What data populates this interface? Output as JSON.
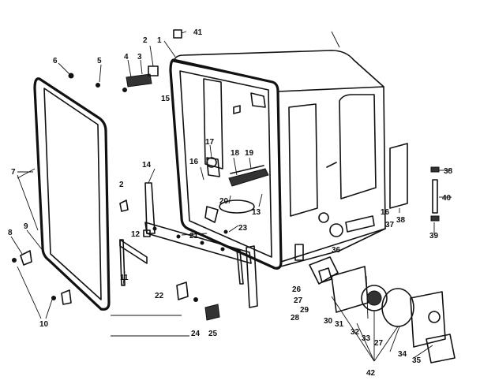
{
  "callouts": [
    {
      "id": "1",
      "text": "1"
    },
    {
      "id": "2a",
      "text": "2"
    },
    {
      "id": "2b",
      "text": "2"
    },
    {
      "id": "3",
      "text": "3"
    },
    {
      "id": "4",
      "text": "4"
    },
    {
      "id": "5",
      "text": "5"
    },
    {
      "id": "6",
      "text": "6"
    },
    {
      "id": "7",
      "text": "7"
    },
    {
      "id": "8",
      "text": "8"
    },
    {
      "id": "9",
      "text": "9"
    },
    {
      "id": "10",
      "text": "10"
    },
    {
      "id": "11",
      "text": "11"
    },
    {
      "id": "12",
      "text": "12"
    },
    {
      "id": "13",
      "text": "13"
    },
    {
      "id": "14",
      "text": "14"
    },
    {
      "id": "15",
      "text": "15"
    },
    {
      "id": "16a",
      "text": "16"
    },
    {
      "id": "16b",
      "text": "16"
    },
    {
      "id": "17",
      "text": "17"
    },
    {
      "id": "18",
      "text": "18"
    },
    {
      "id": "19",
      "text": "19"
    },
    {
      "id": "20",
      "text": "20"
    },
    {
      "id": "21",
      "text": "21"
    },
    {
      "id": "22",
      "text": "22"
    },
    {
      "id": "23",
      "text": "23"
    },
    {
      "id": "24",
      "text": "24"
    },
    {
      "id": "25",
      "text": "25"
    },
    {
      "id": "26",
      "text": "26"
    },
    {
      "id": "27a",
      "text": "27"
    },
    {
      "id": "27b",
      "text": "27"
    },
    {
      "id": "28",
      "text": "28"
    },
    {
      "id": "29",
      "text": "29"
    },
    {
      "id": "30",
      "text": "30"
    },
    {
      "id": "31",
      "text": "31"
    },
    {
      "id": "32",
      "text": "32"
    },
    {
      "id": "33",
      "text": "33"
    },
    {
      "id": "34",
      "text": "34"
    },
    {
      "id": "35",
      "text": "35"
    },
    {
      "id": "36",
      "text": "36"
    },
    {
      "id": "37",
      "text": "37"
    },
    {
      "id": "38a",
      "text": "38"
    },
    {
      "id": "38b",
      "text": "38"
    },
    {
      "id": "39",
      "text": "39"
    },
    {
      "id": "40",
      "text": "40"
    },
    {
      "id": "41",
      "text": "41"
    },
    {
      "id": "42",
      "text": "42"
    }
  ]
}
